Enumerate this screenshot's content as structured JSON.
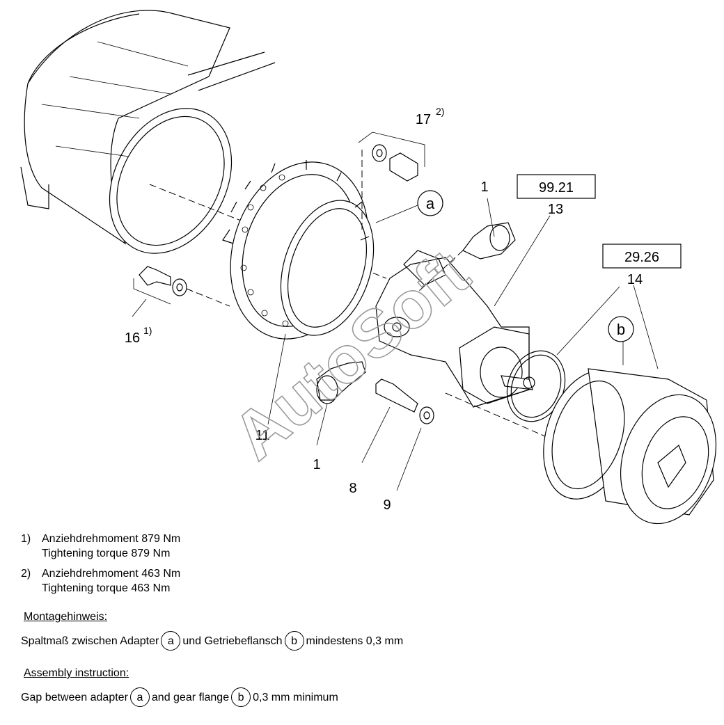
{
  "diagram": {
    "callouts": {
      "c1_top": "1",
      "c1_bottom": "1",
      "c8": "8",
      "c9": "9",
      "c11": "11",
      "c13": "13",
      "c14": "14",
      "c16": "16",
      "c16_sup": "1)",
      "c17": "17",
      "c17_sup": "2)"
    },
    "ref_boxes": {
      "box_13": "99.21",
      "box_14": "29.26"
    },
    "letters": {
      "adapter": "a",
      "gear_flange": "b"
    },
    "watermark": "AutoSoft"
  },
  "notes": {
    "items": [
      {
        "num": "1)",
        "de": "Anziehdrehmoment 879 Nm",
        "en": "Tightening torque 879 Nm"
      },
      {
        "num": "2)",
        "de": "Anziehdrehmoment 463 Nm",
        "en": "Tightening torque 463 Nm"
      }
    ],
    "heading_de": "Montagehinweis:",
    "line_de": {
      "part1": "Spaltmaß zwischen Adapter",
      "a": "a",
      "part2": "und Getriebeflansch",
      "b": "b",
      "part3": "mindestens 0,3 mm"
    },
    "heading_en": "Assembly instruction:",
    "line_en": {
      "part1": "Gap between adapter",
      "a": "a",
      "part2": "and gear flange",
      "b": "b",
      "part3": "0,3 mm minimum"
    }
  }
}
